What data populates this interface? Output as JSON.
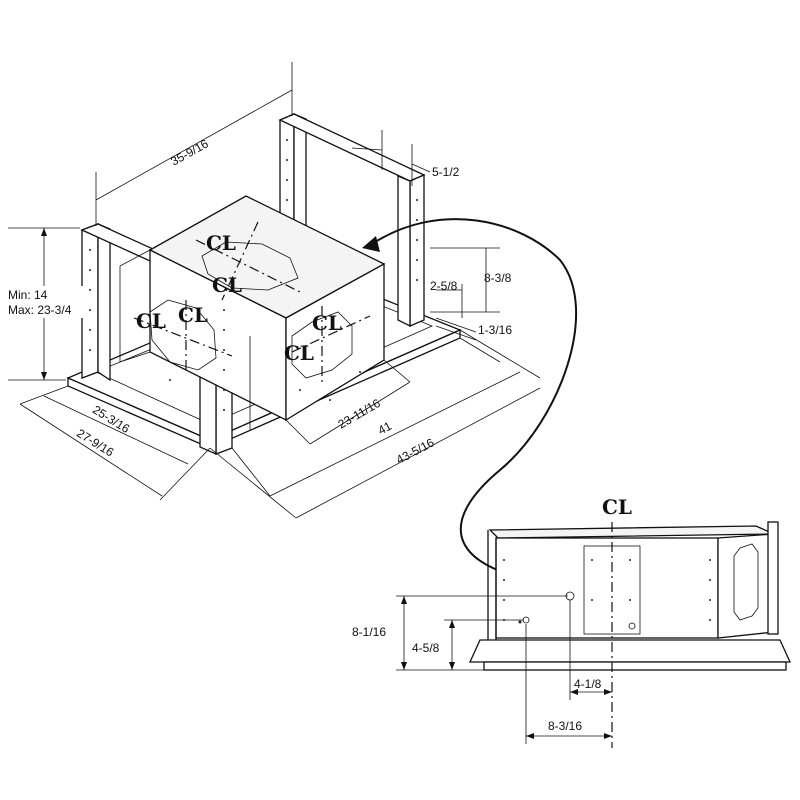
{
  "dimensions": {
    "top_width": "35-9/16",
    "upright_width": "5-1/2",
    "height_min": "Min: 14",
    "height_max": "Max: 23-3/4",
    "right_height": "8-3/8",
    "right_offset": "2-5/8",
    "flange": "1-3/16",
    "depth_inner": "25-3/16",
    "depth_outer": "27-9/16",
    "width_inner": "23-11/16",
    "width_mid": "41",
    "width_outer": "43-5/16",
    "side_height": "8-1/16",
    "side_lower_height": "4-5/8",
    "side_offset": "4-1/8",
    "side_offset_long": "8-3/16"
  },
  "centerline_symbol": "CL"
}
